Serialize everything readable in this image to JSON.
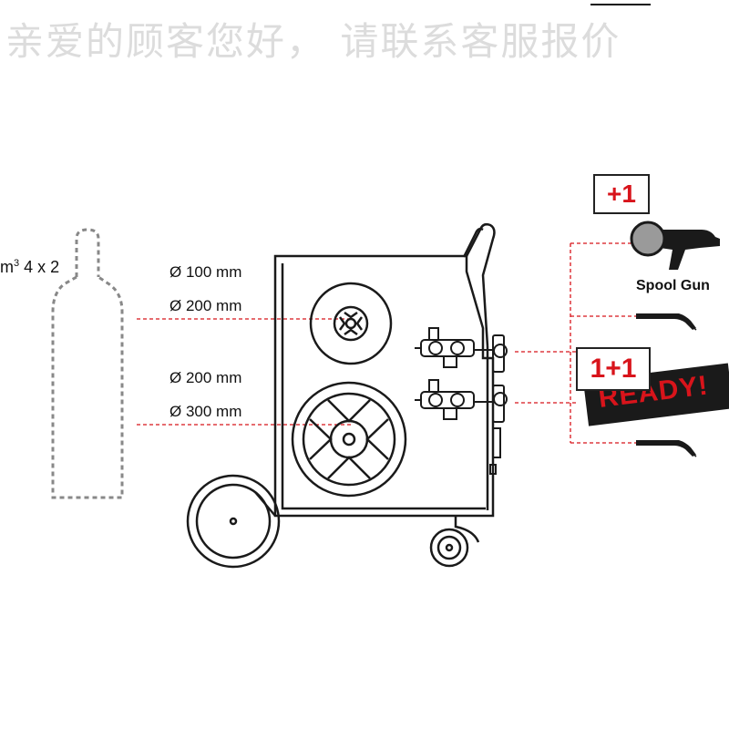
{
  "banner": {
    "text": "亲爱的顾客您好， 请联系客服报价"
  },
  "gas": {
    "label": "m",
    "sup": "3",
    "suffix": " 4 x 2"
  },
  "spools": {
    "small": [
      "Ø 100 mm",
      "Ø 200 mm"
    ],
    "large": [
      "Ø 200 mm",
      "Ø 300 mm"
    ]
  },
  "accessories": {
    "plus_one": "+1",
    "one_plus_one": "1+1",
    "ready": "READY!",
    "spool_gun": "Spool Gun"
  },
  "colors": {
    "accent": "#d8141b",
    "line": "#1a1a1a",
    "dashed_gray": "#888888"
  }
}
